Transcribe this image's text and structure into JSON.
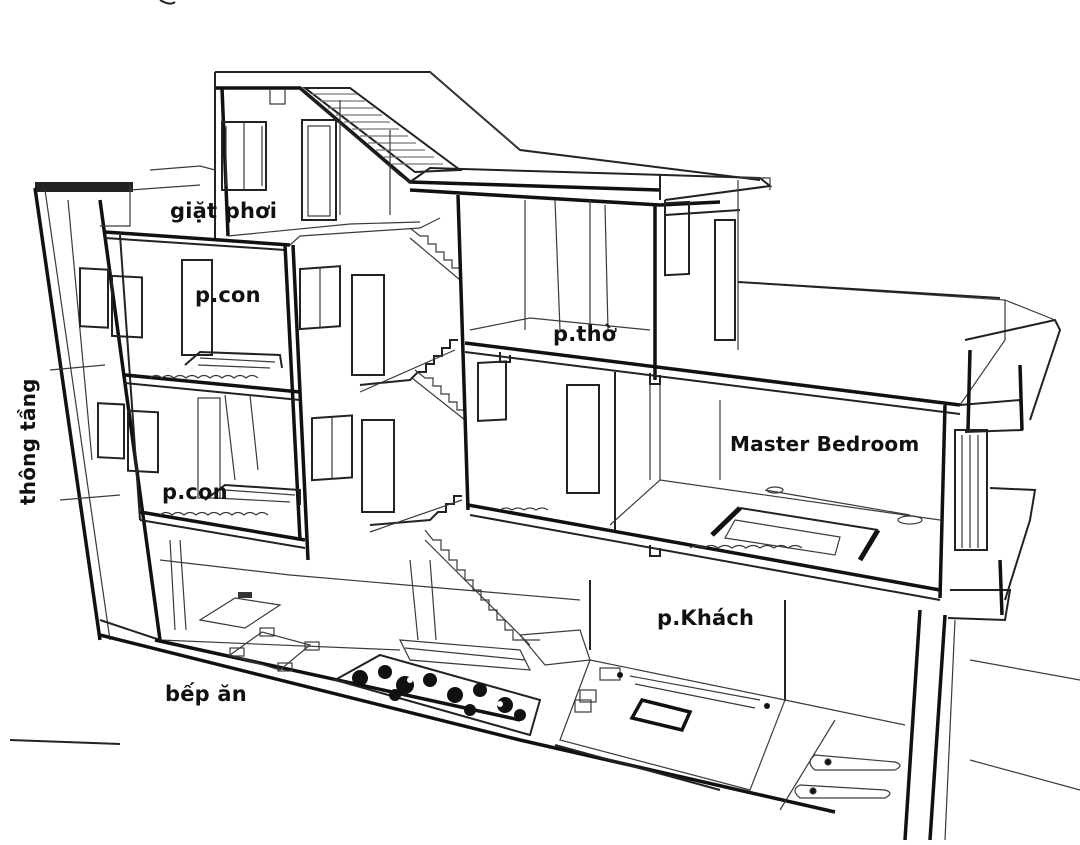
{
  "diagram": {
    "type": "isometric house section cutaway",
    "colors": {
      "background": "#ffffff",
      "lines": "#111111",
      "text": "#111111"
    }
  },
  "labels": {
    "giat_phoi": "giặt phơi",
    "p_con_upper": "p.con",
    "p_con_lower": "p.con",
    "thong_tang": "thông tầng",
    "p_tho": "p.thờ",
    "master_bedroom": "Master Bedroom",
    "p_khach": "p.Khách",
    "bep_an": "bếp ăn"
  }
}
